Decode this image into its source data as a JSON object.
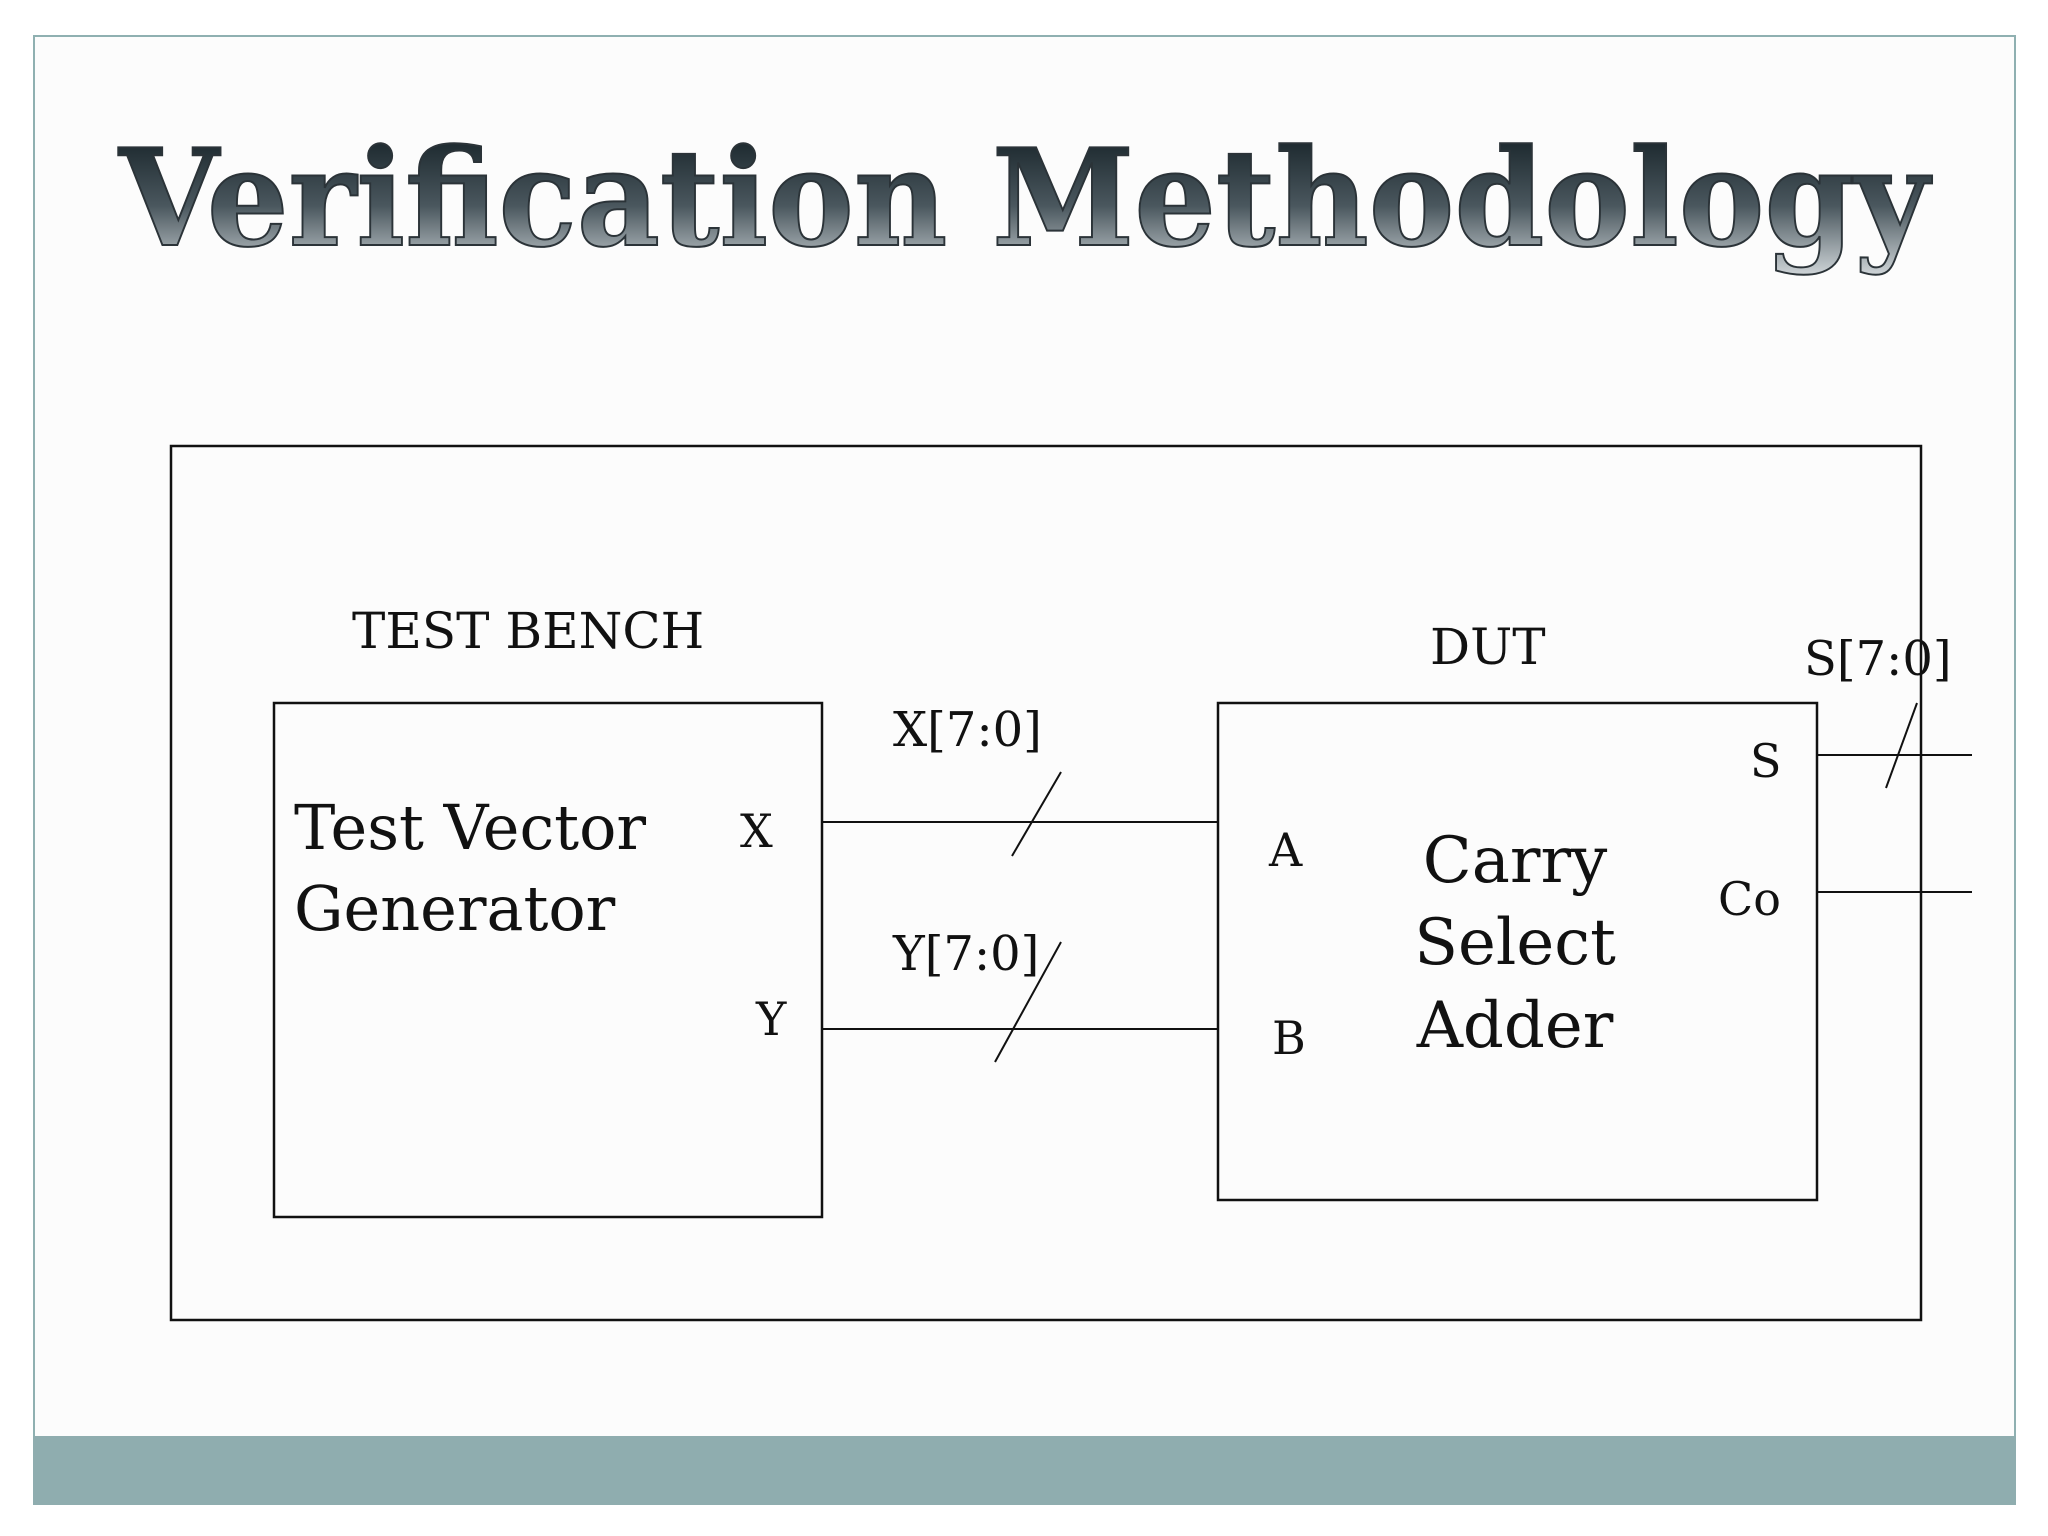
{
  "slide": {
    "title": "Verification Methodology"
  },
  "diagram": {
    "test_bench_label": "TEST BENCH",
    "dut_label": "DUT",
    "generator": {
      "line1": "Test Vector",
      "line2": "Generator",
      "port_x": "X",
      "port_y": "Y"
    },
    "adder": {
      "line1": "Carry",
      "line2": "Select",
      "line3": "Adder",
      "port_a": "A",
      "port_b": "B",
      "port_s": "S",
      "port_co": "Co"
    },
    "buses": {
      "x_bus": "X[7:0]",
      "y_bus": "Y[7:0]",
      "s_bus": "S[7:0]"
    }
  },
  "colors": {
    "frame_border": "#8fb0b1",
    "footer_bar": "#8fadaf",
    "title_gradient_top": "#0e1a1f",
    "title_gradient_bottom": "#c9d0d3"
  }
}
